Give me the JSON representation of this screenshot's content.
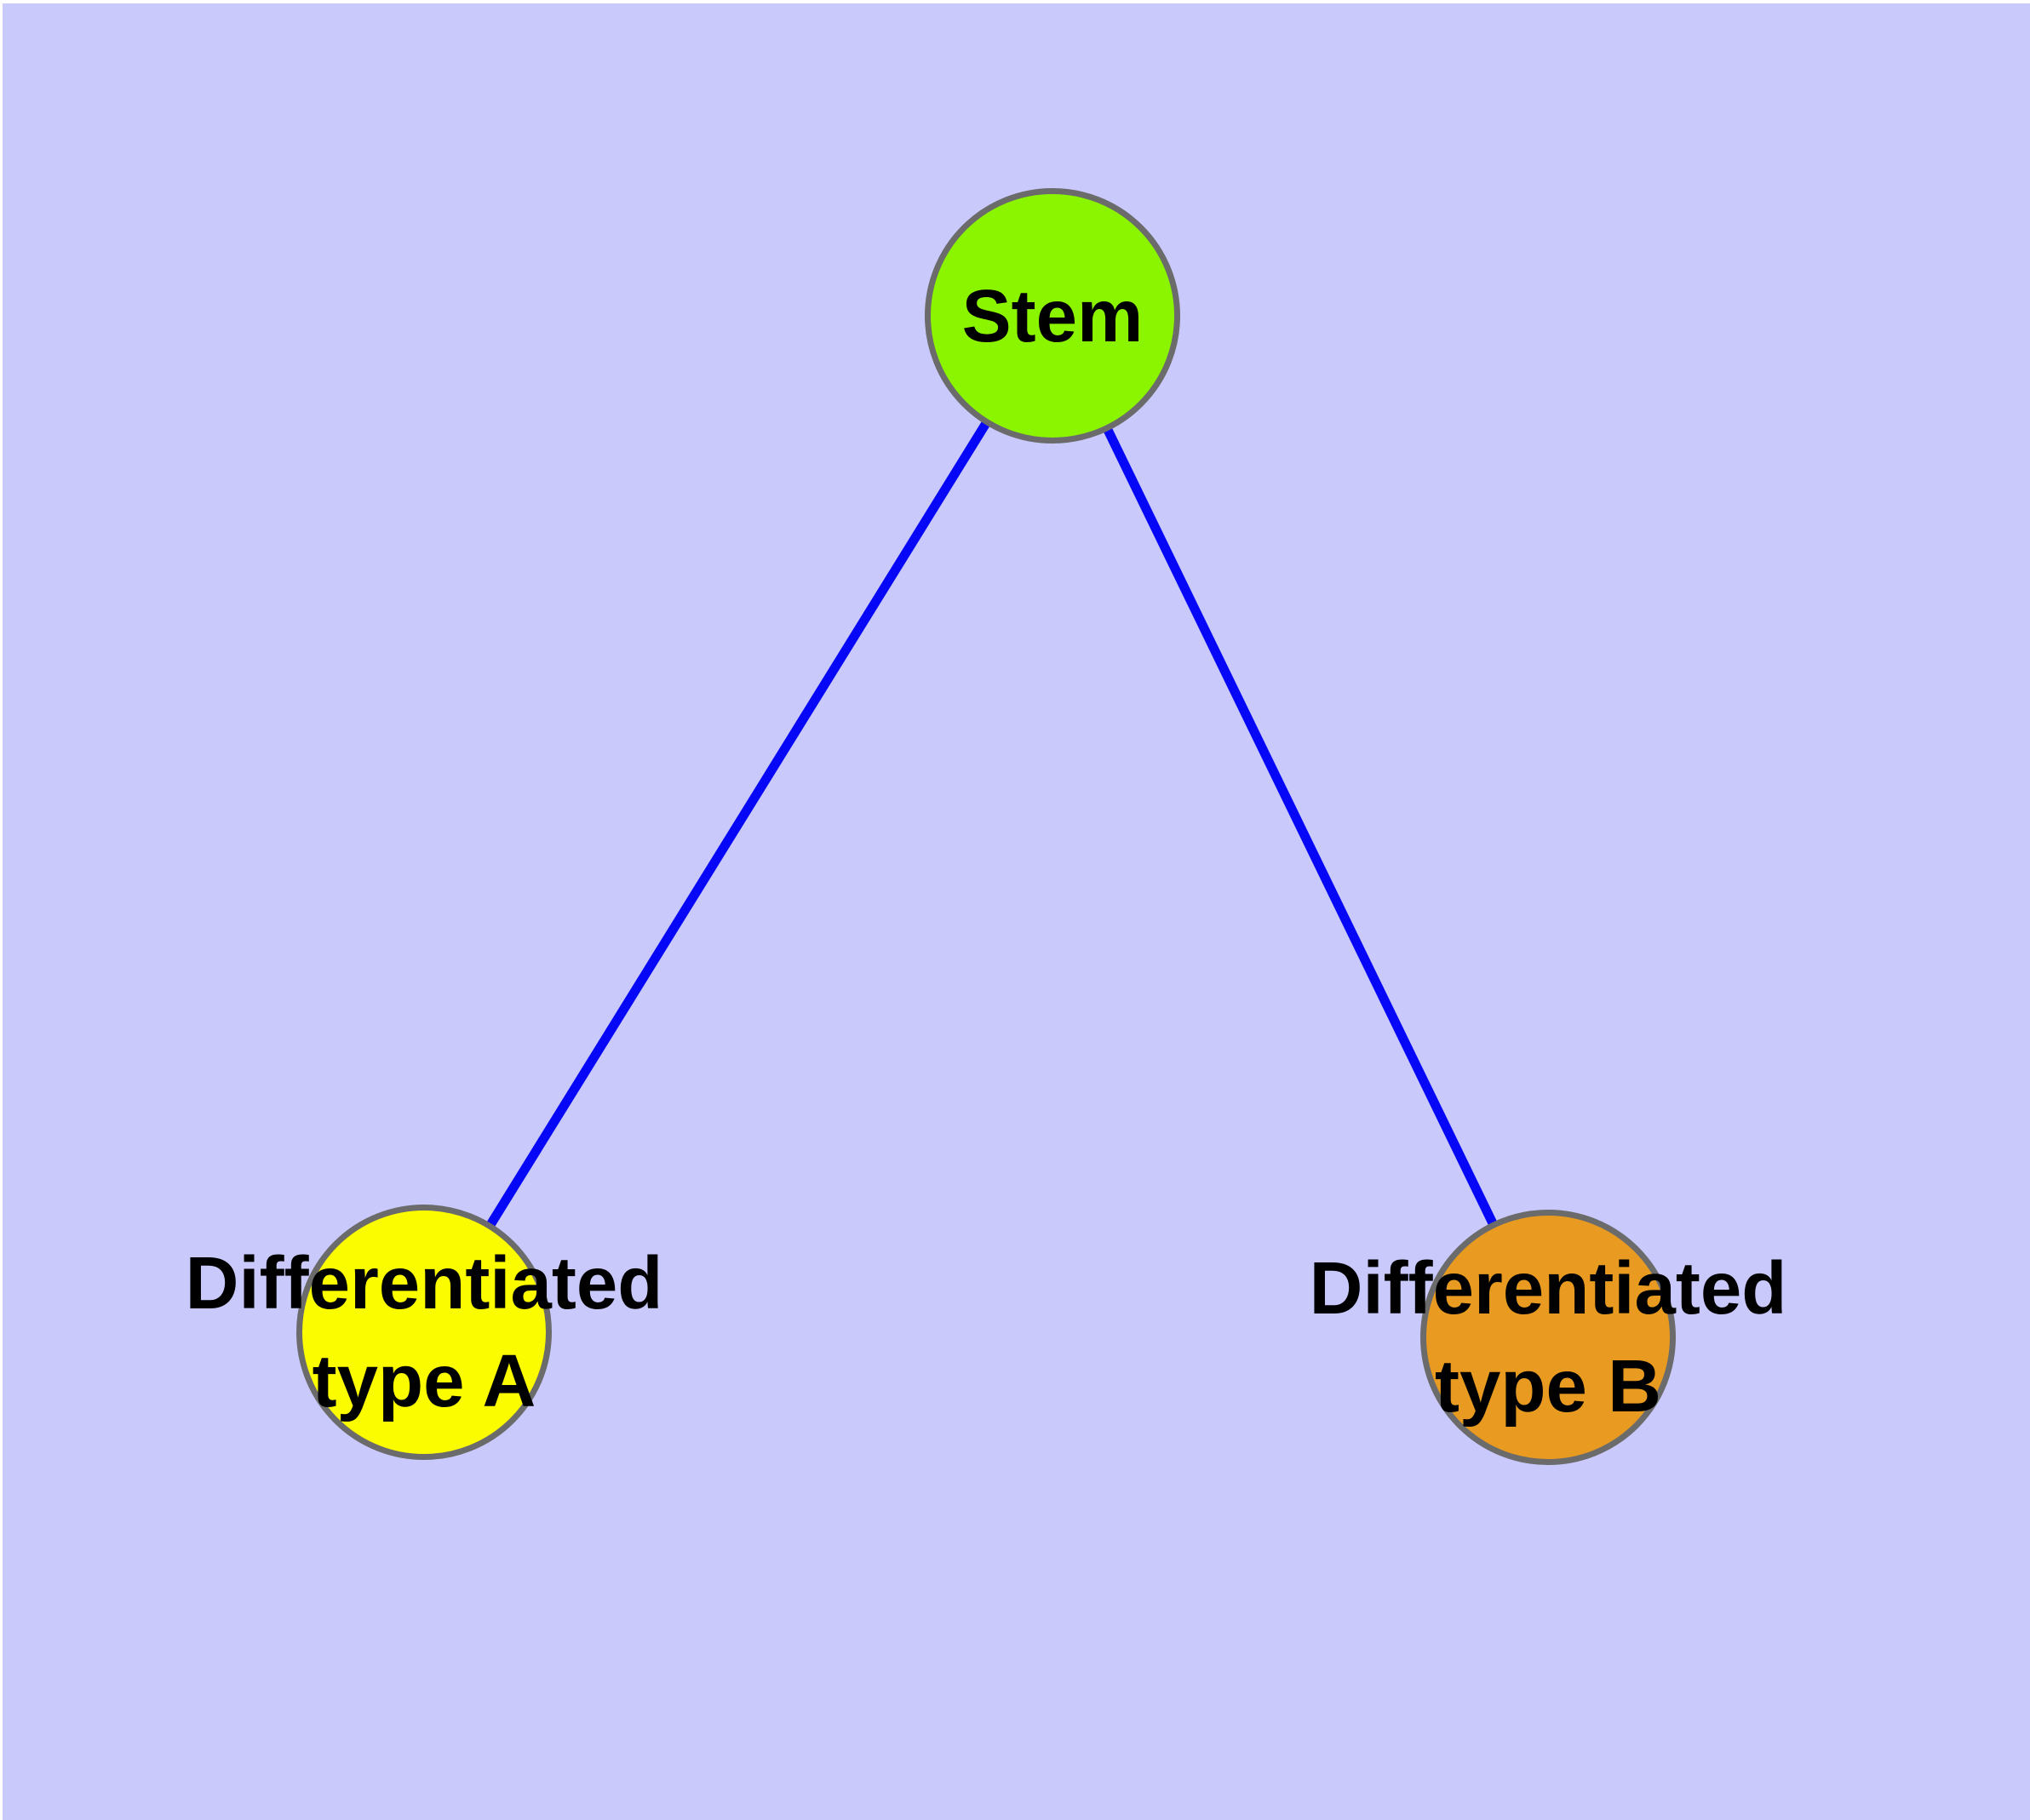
{
  "diagram": {
    "background_color": "#C9C9FB",
    "margin_color": "#FFFFFF",
    "edge_color": "#0707F8",
    "node_border_color": "#6B6B6B",
    "text_color": "#000000",
    "nodes": [
      {
        "id": "stem",
        "label_lines": [
          "Stem"
        ],
        "fill": "#8BF500"
      },
      {
        "id": "differentiated-type-a",
        "label_lines": [
          "Differentiated",
          "type A"
        ],
        "fill": "#FCFC00"
      },
      {
        "id": "differentiated-type-b",
        "label_lines": [
          "Differentiated",
          "type B"
        ],
        "fill": "#E89B20"
      }
    ],
    "edges": [
      {
        "from": "stem",
        "to": "differentiated-type-a"
      },
      {
        "from": "stem",
        "to": "differentiated-type-b"
      }
    ]
  }
}
